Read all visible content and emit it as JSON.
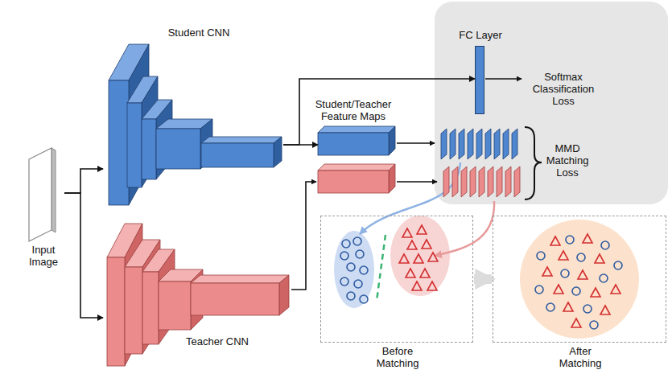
{
  "diagram": {
    "nodes": [
      {
        "text": [
          "Input Image"
        ]
      },
      {
        "text": [
          "Student CNN"
        ]
      },
      {
        "text": [
          "Teacher CNN"
        ]
      },
      {
        "text": [
          "Student/Teacher Feature Maps"
        ]
      },
      {
        "text": [
          "FC Layer"
        ]
      },
      {
        "text": [
          "Before Matching"
        ]
      },
      {
        "text": [
          "After Matching"
        ]
      }
    ],
    "edges": [
      {
        "from": 0,
        "to": 1,
        "arrow": "to"
      },
      {
        "from": 0,
        "to": 2,
        "arrow": "to"
      },
      {
        "from": 1,
        "to": 3,
        "arrow": "to"
      },
      {
        "from": 1,
        "to": 4,
        "arrow": "to"
      },
      {
        "from": 5,
        "to": 6,
        "arrow": "to"
      }
    ],
    "labels": [
      "Softmax Classification Loss",
      "MMD Matching Loss"
    ]
  }
}
